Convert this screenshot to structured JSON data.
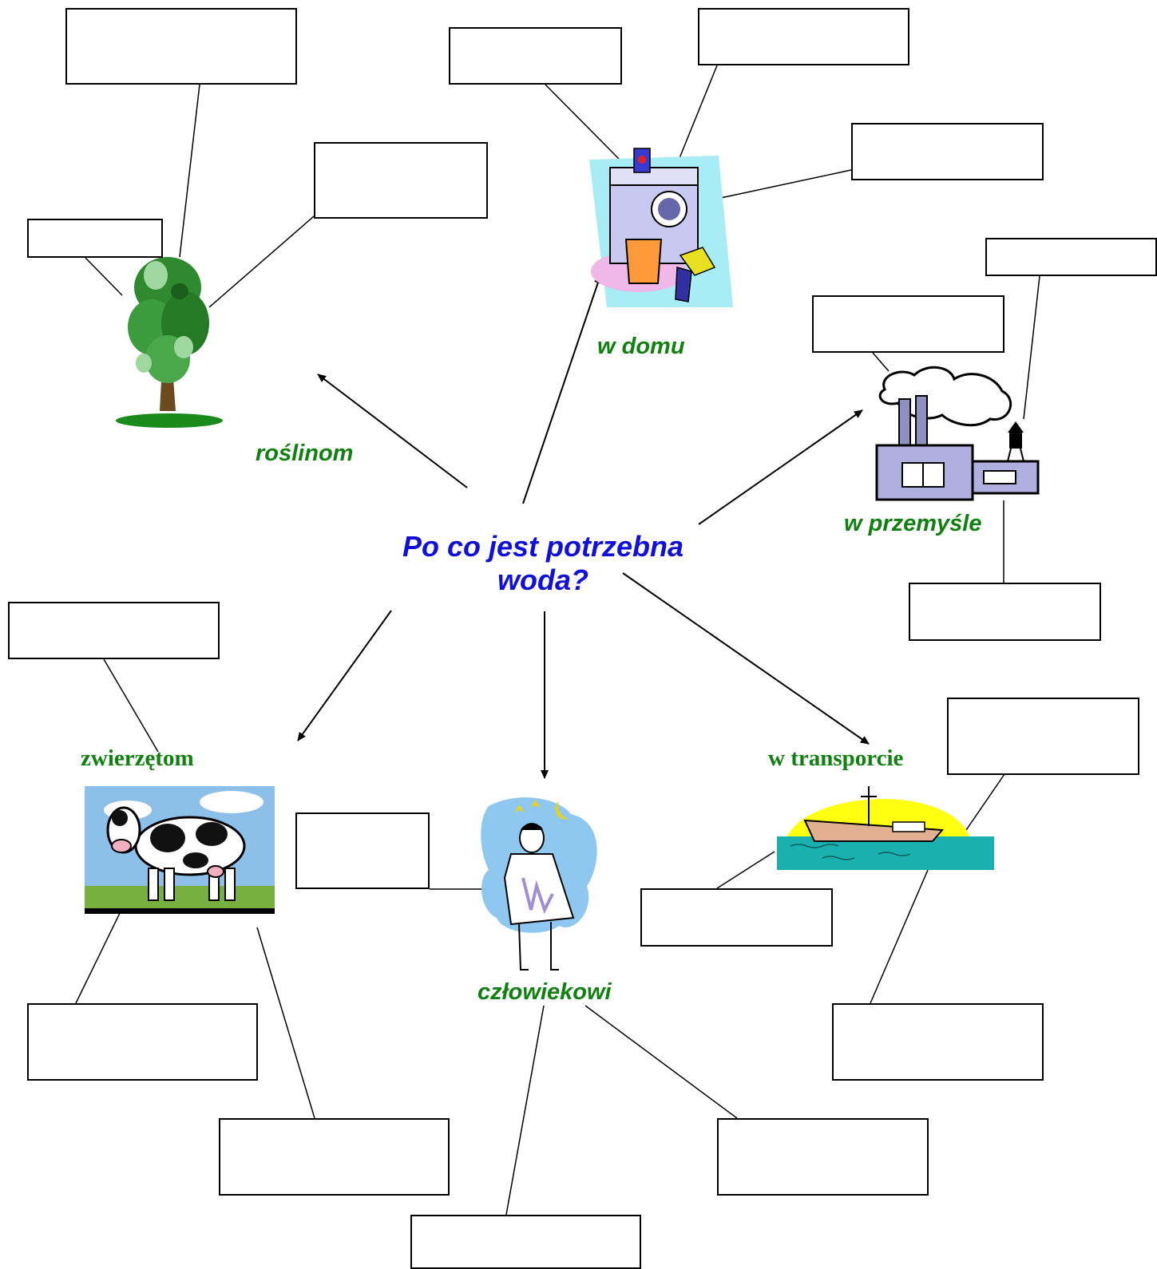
{
  "central_question": {
    "line1": "Po co jest potrzebna",
    "line2": "woda?"
  },
  "categories": {
    "plants": "roślinom",
    "home": "w domu",
    "industry": "w przemyśle",
    "animals": "zwierzętom",
    "human": "człowiekowi",
    "transport": "w transporcie"
  },
  "label_color": "#108010",
  "title_color": "#1010d8",
  "icons": [
    "tree-icon",
    "washing-machine-icon",
    "factory-icon",
    "cow-icon",
    "man-icon",
    "ship-icon"
  ]
}
